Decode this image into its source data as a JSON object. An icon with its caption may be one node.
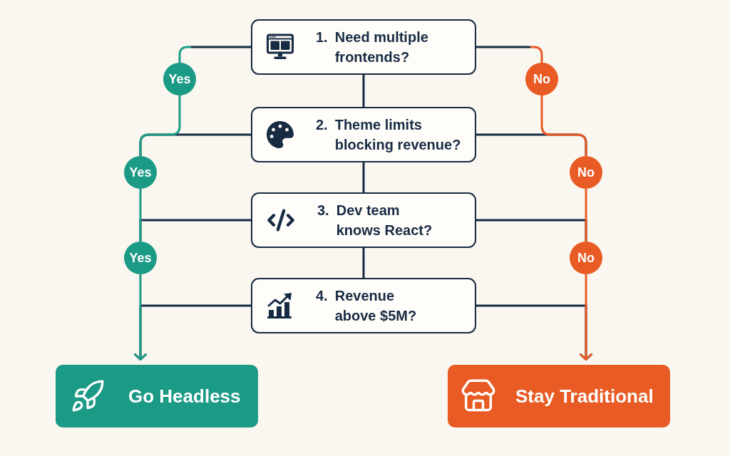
{
  "diagram": {
    "nodes": [
      {
        "text": [
          "1.",
          "Need multiple frontends?"
        ]
      },
      {
        "text": [
          "Yes"
        ]
      },
      {
        "text": [
          "No"
        ]
      },
      {
        "text": [
          "2.",
          "Theme limits blocking revenue?"
        ]
      },
      {
        "text": [
          "Yes"
        ]
      },
      {
        "text": [
          "No"
        ]
      },
      {
        "text": [
          "3.",
          "Dev team knows React?"
        ]
      },
      {
        "text": [
          "Yes"
        ]
      },
      {
        "text": [
          "No"
        ]
      },
      {
        "text": [
          "4.",
          "Revenue above $5M?"
        ]
      },
      {
        "text": [
          "Go Headless"
        ]
      },
      {
        "text": [
          "Stay Traditional"
        ]
      }
    ],
    "edges": [
      {
        "from": 0,
        "to": 3,
        "arrow": "none"
      },
      {
        "from": 3,
        "to": 6,
        "arrow": "none"
      },
      {
        "from": 6,
        "to": 9,
        "arrow": "none"
      },
      {
        "from": 0,
        "to": 1,
        "arrow": "none"
      },
      {
        "from": 1,
        "to": 4,
        "arrow": "none",
        "color": "#1b9a85"
      },
      {
        "from": 3,
        "to": 4,
        "arrow": "none"
      },
      {
        "from": 4,
        "to": 7,
        "arrow": "none",
        "color": "#1b9a85"
      },
      {
        "from": 6,
        "to": 7,
        "arrow": "none"
      },
      {
        "from": 7,
        "to": 10,
        "arrow": "to",
        "color": "#1b9a85"
      },
      {
        "from": 9,
        "to": 10,
        "arrow": "to"
      },
      {
        "from": 0,
        "to": 2,
        "arrow": "none"
      },
      {
        "from": 2,
        "to": 5,
        "arrow": "none",
        "color": "#e85b24"
      },
      {
        "from": 3,
        "to": 5,
        "arrow": "none"
      },
      {
        "from": 5,
        "to": 8,
        "arrow": "none",
        "color": "#e85b24"
      },
      {
        "from": 6,
        "to": 8,
        "arrow": "none"
      },
      {
        "from": 8,
        "to": 11,
        "arrow": "to",
        "color": "#e85b24"
      },
      {
        "from": 9,
        "to": 11,
        "arrow": "to"
      }
    ]
  }
}
